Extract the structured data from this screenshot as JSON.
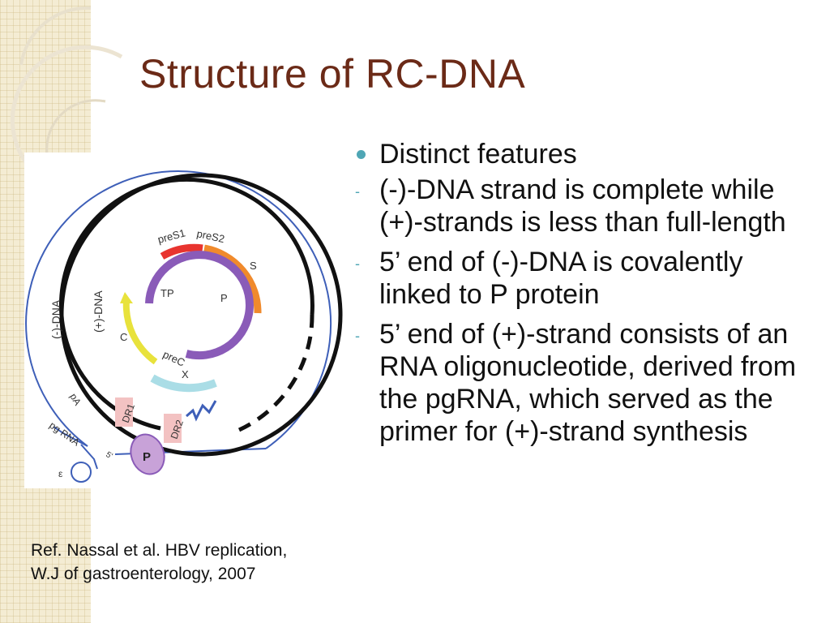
{
  "title": "Structure of RC-DNA",
  "bullets": [
    {
      "kind": "main",
      "text": "Distinct features"
    },
    {
      "kind": "sub",
      "text": "(-)-DNA strand is complete while (+)-strands is less than full-length"
    },
    {
      "kind": "sub",
      "text": "5’ end of (-)-DNA is covalently linked to P protein"
    },
    {
      "kind": "sub",
      "text": "5’ end of (+)-strand consists of an RNA oligonucleotide, derived from the pgRNA, which served as the primer for (+)-strand synthesis"
    }
  ],
  "reference": {
    "line1": "Ref. Nassal et al. HBV replication,",
    "line2": "W.J of gastroenterology, 2007"
  },
  "diagram": {
    "labels": {
      "minus_dna": "(-)-DNA",
      "plus_dna": "(+)-DNA",
      "pres1": "preS1",
      "pres2": "preS2",
      "s": "S",
      "p": "P",
      "tp": "TP",
      "c": "C",
      "prec": "preC",
      "x": "X",
      "dr1": "DR1",
      "dr2": "DR2",
      "pa": "pA",
      "pgrna": "pg RNA",
      "epsilon": "ε",
      "p_protein": "P",
      "five_prime": "5'"
    },
    "colors": {
      "title": "#6b2a17",
      "bullet_accent": "#4fa6b5",
      "pgrna_line": "#3e5fb8",
      "pres1": "#e8342f",
      "pres2_s": "#f08a2c",
      "p_gene": "#8a5bb8",
      "c_gene": "#e8e23c",
      "x_gene": "#aadde6",
      "dr_box": "#f3c2c2",
      "p_protein": "#c8a2d8"
    }
  }
}
